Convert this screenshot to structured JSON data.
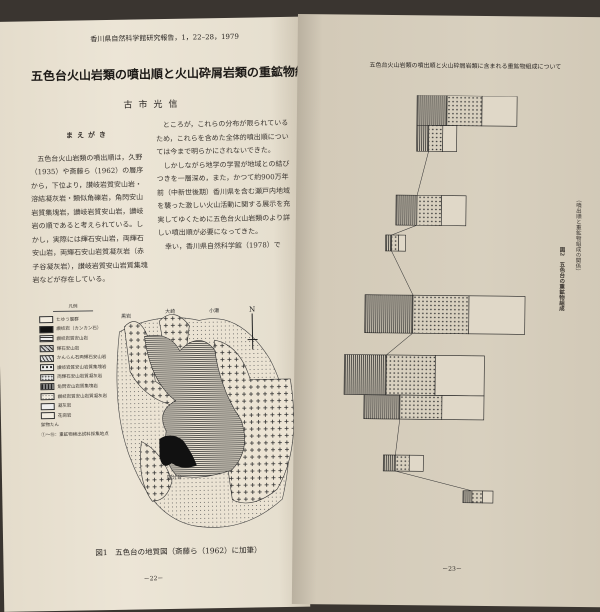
{
  "left_page": {
    "running_header": "香川県自然科学館研究報告，1，22–28，1979",
    "title": "五色台火山岩類の噴出順と火山砕屑岩類の重鉱物組成について",
    "author": "古市光信",
    "section_heading": "まえがき",
    "col1_paragraph": "五色台火山岩類の噴出順は，久野（1935）や斎藤ら（1962）の層序から，下位より，讃岐岩質安山岩・溶結凝灰岩・類似角礫岩，角閃安山岩質集塊岩，讃岐岩質安山岩，讃岐岩の順であると考えられている。しかし，実際には輝石安山岩，両輝石安山岩，両輝石安山岩質凝灰岩（赤子谷凝灰岩），讃岐岩質安山岩質集塊岩などが存在している。",
    "col2_paragraphs": [
      "ところが，これらの分布が限られているため，これらを含めた全体的噴出順については今まで明らかにされないできた。",
      "しかしながら地学の学習が地域との結びつきを一層深め，また，かつて約900万年前（中新世後期）香川県を含む瀬戸内地域を襲った激しい火山活動に関する展示を充実してゆくために五色台火山岩類のより詳しい噴出順が必要になってきた。",
      "幸い，香川県自然科学館（1978）で"
    ],
    "legend": {
      "title": "凡例",
      "items": [
        "たゆう層群",
        "讃岐岩（カンカン石）",
        "讃岐岩質安山岩",
        "輝石安山岩",
        "かんらん石両輝石安山岩",
        "讃岐岩質安山岩質集塊岩",
        "両輝石安山岩質凝灰岩",
        "角閃安山岩質集塊岩",
        "讃岐岩質安山岩質凝灰岩",
        "凝灰岩",
        "花崗岩",
        "鉱物たん",
        "①〜⑩：重鉱物検出試料採集地点"
      ]
    },
    "map_labels": {
      "north": "N",
      "places": [
        "黒岩",
        "大崎",
        "小瀬",
        "国分台"
      ]
    },
    "figure_caption": "図1　五色台の地質図（斎藤ら（1962）に加筆）",
    "page_number": "－22－"
  },
  "right_page": {
    "running_header": "五色台火山岩類の噴出順と火山砕屑岩類に含まれる重鉱物組成について",
    "figure_caption": "図2　五色台の重鉱物組成",
    "figure_subcaption": "（噴出順と重鉱物組成の関係）",
    "page_number": "－23－"
  }
}
